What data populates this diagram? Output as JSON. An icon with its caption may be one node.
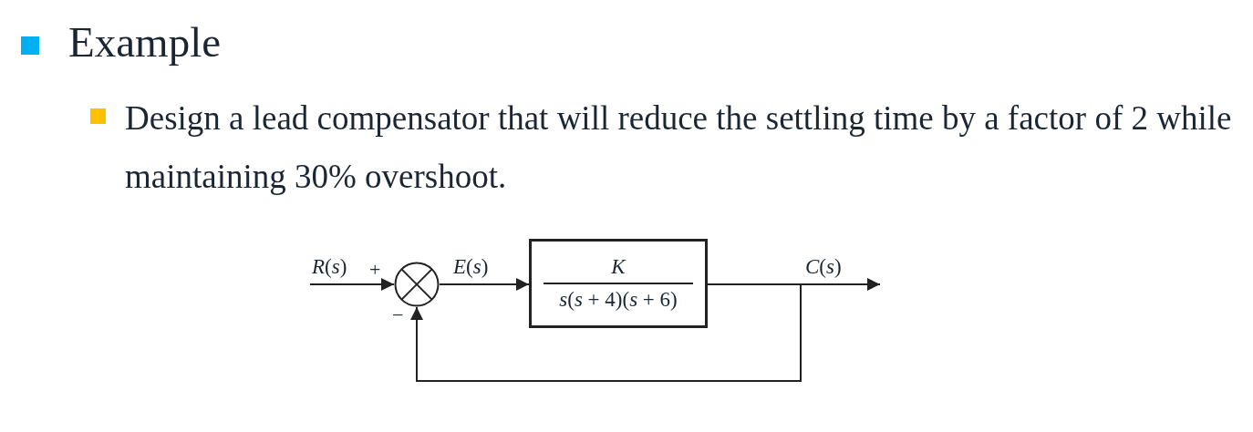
{
  "diagram": {
    "title": "Example",
    "nodes": [
      {
        "text": [],
        "shape": "circle"
      },
      {
        "text": [
          "K",
          "*s*(*s* + 4)(*s* + 6)"
        ]
      }
    ],
    "edges": [
      {
        "from": null,
        "to": 0,
        "arrow": "to",
        "label": "*R*(*s*)"
      },
      {
        "from": 0,
        "to": 1,
        "arrow": "to",
        "label": "*E*(*s*)"
      },
      {
        "from": 1,
        "to": null,
        "arrow": "to",
        "label": "*C*(*s*)"
      },
      {
        "from": 1,
        "to": 0,
        "arrow": "to"
      }
    ],
    "labels": [
      "Design a lead compensator that will reduce the settling time by a factor of 2 while maintaining 30% overshoot.",
      "+",
      "−"
    ]
  }
}
